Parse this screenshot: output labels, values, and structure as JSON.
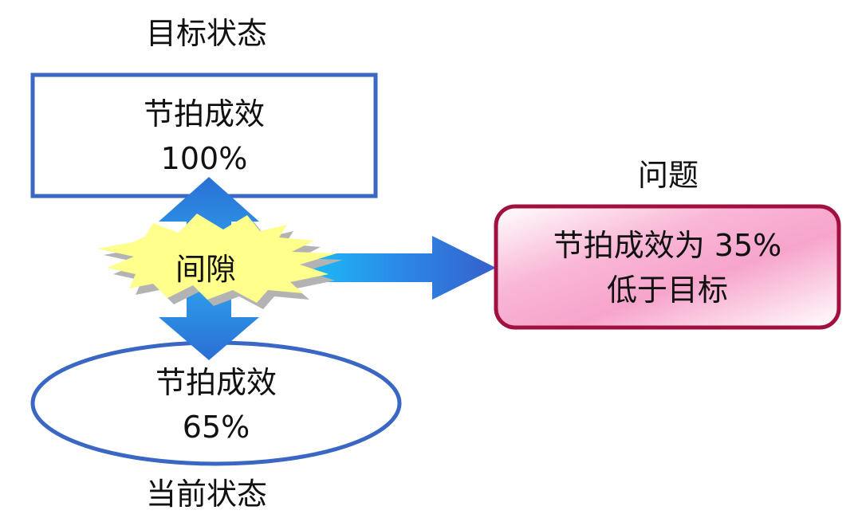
{
  "target": {
    "heading": "目标状态",
    "line1": "节拍成效",
    "line2": "100%"
  },
  "current": {
    "heading": "当前状态",
    "line1": "节拍成效",
    "line2": "65%"
  },
  "gap": {
    "label": "间隙"
  },
  "problem": {
    "heading": "问题",
    "line1": "节拍成效为 35%",
    "line2": "低于目标"
  },
  "colors": {
    "blue_border": "#3a66c4",
    "arrow_blue": "#2f7ee0",
    "arrow_cyan": "#1ec3f6",
    "burst_yellow": "#ffff8c",
    "problem_border": "#a1103e",
    "problem_pink": "#f7a9cf"
  }
}
